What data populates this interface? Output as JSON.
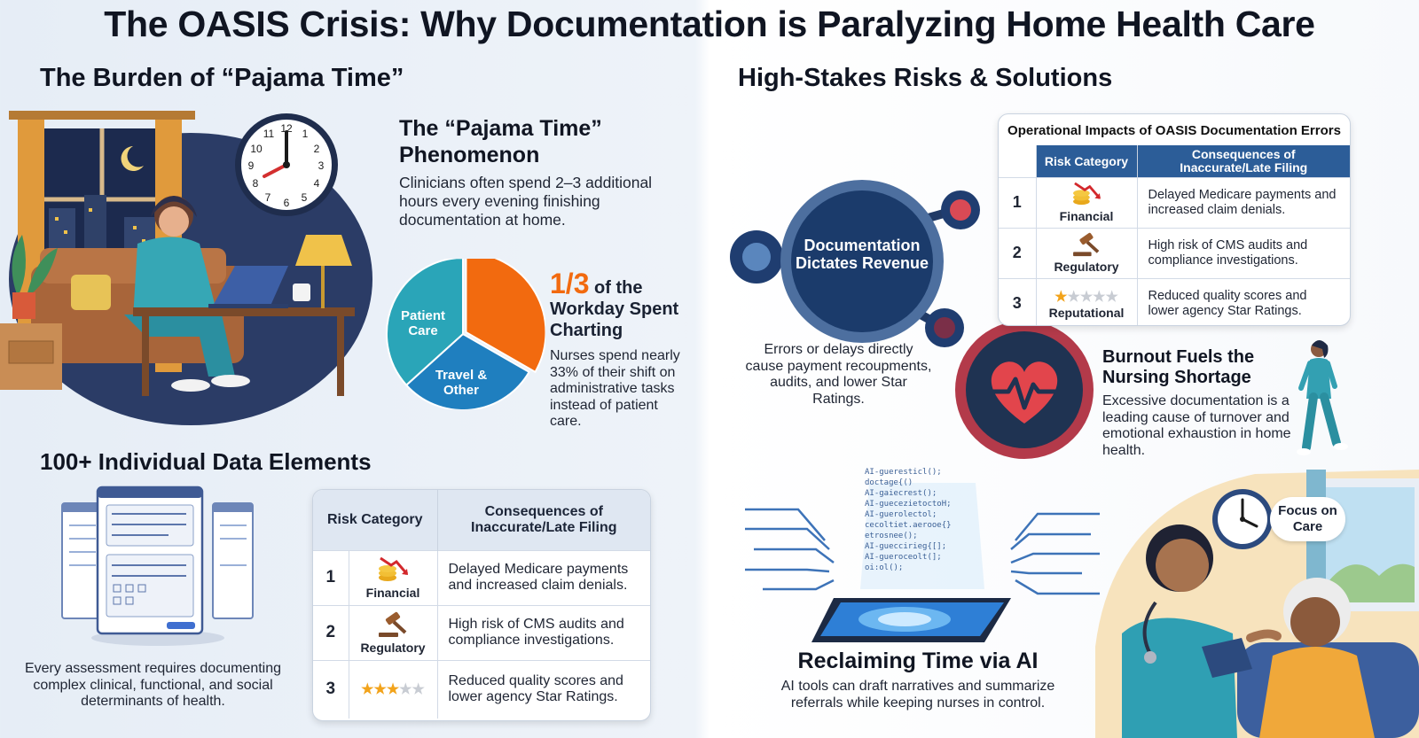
{
  "title": "The OASIS Crisis: Why Documentation is Paralyzing Home Health Care",
  "left": {
    "section1_title": "The Burden of “Pajama Time”",
    "pajama": {
      "heading": "The “Pajama Time” Phenomenon",
      "body": "Clinicians often spend 2–3 additional hours every evening finishing documentation at home."
    },
    "clock_numbers": [
      "12",
      "1",
      "2",
      "3",
      "4",
      "5",
      "6",
      "7",
      "8",
      "9",
      "10",
      "11"
    ],
    "pie": {
      "slices": [
        {
          "label": "",
          "value": 33.3,
          "color": "#f26a0f"
        },
        {
          "label": "Travel & Other",
          "value": 30,
          "color": "#1f7fbf"
        },
        {
          "label": "Patient Care",
          "value": 36.7,
          "color": "#2aa5b8"
        }
      ],
      "label_patient": "Patient Care",
      "label_travel": "Travel & Other"
    },
    "stat": {
      "fraction": "1/3",
      "of_the": " of the",
      "headline": "Workday Spent Charting",
      "body": "Nurses spend nearly 33% of their shift on administrative tasks instead of patient care."
    },
    "section2_title": "100+ Individual Data Elements",
    "data_caption": "Every assessment requires documenting complex clinical, functional, and social determinants of health.",
    "table": {
      "col1": "Risk Category",
      "col2": "Consequences of Inaccurate/Late Filing",
      "rows": [
        {
          "num": "1",
          "cat": "Financial",
          "text": "Delayed Medicare payments and increased claim denials.",
          "icon": "coins-down-icon"
        },
        {
          "num": "2",
          "cat": "Regulatory",
          "text": "High risk of CMS audits and compliance investigations.",
          "icon": "gavel-icon"
        },
        {
          "num": "3",
          "cat": "",
          "text": "Reduced quality scores and lower agency Star Ratings.",
          "icon": "stars-icon",
          "stars": 3
        }
      ]
    }
  },
  "right": {
    "section_title": "High-Stakes Risks & Solutions",
    "table": {
      "caption": "Operational Impacts of OASIS Documentation Errors",
      "col1": "Risk Category",
      "col2": "Consequences of Inaccurate/Late Filing",
      "rows": [
        {
          "num": "1",
          "cat": "Financial",
          "text": "Delayed Medicare payments and increased claim denials.",
          "icon": "coins-down-icon"
        },
        {
          "num": "2",
          "cat": "Regulatory",
          "text": "High risk of CMS audits and compliance investigations.",
          "icon": "gavel-icon"
        },
        {
          "num": "3",
          "cat": "Reputational",
          "text": "Reduced quality scores and lower agency Star Ratings.",
          "icon": "stars-icon",
          "stars": 1
        }
      ]
    },
    "revenue": {
      "circle_label": "Documentation Dictates Revenue",
      "body": "Errors or delays directly cause payment recoupments, audits, and lower Star Ratings."
    },
    "burnout": {
      "heading": "Burnout Fuels the Nursing Shortage",
      "body": "Excessive documentation is a leading cause of turnover and emotional exhaustion in home health."
    },
    "ai": {
      "code_lines": [
        "AI-gueresticl();",
        "doctage{()",
        "AI-gaiecrest();",
        "AI-guecezietoctoH;",
        "AI-guerolectol;",
        "cecoltiet.aerooe{}",
        "etrosnee();",
        "AI-gueccirieg{[];",
        "AI-gueroceolt(];",
        "oi:ol();"
      ],
      "heading": "Reclaiming Time via AI",
      "body": "AI tools can draft narratives and summarize referrals while keeping nurses in control."
    },
    "focus": "Focus on Care"
  }
}
